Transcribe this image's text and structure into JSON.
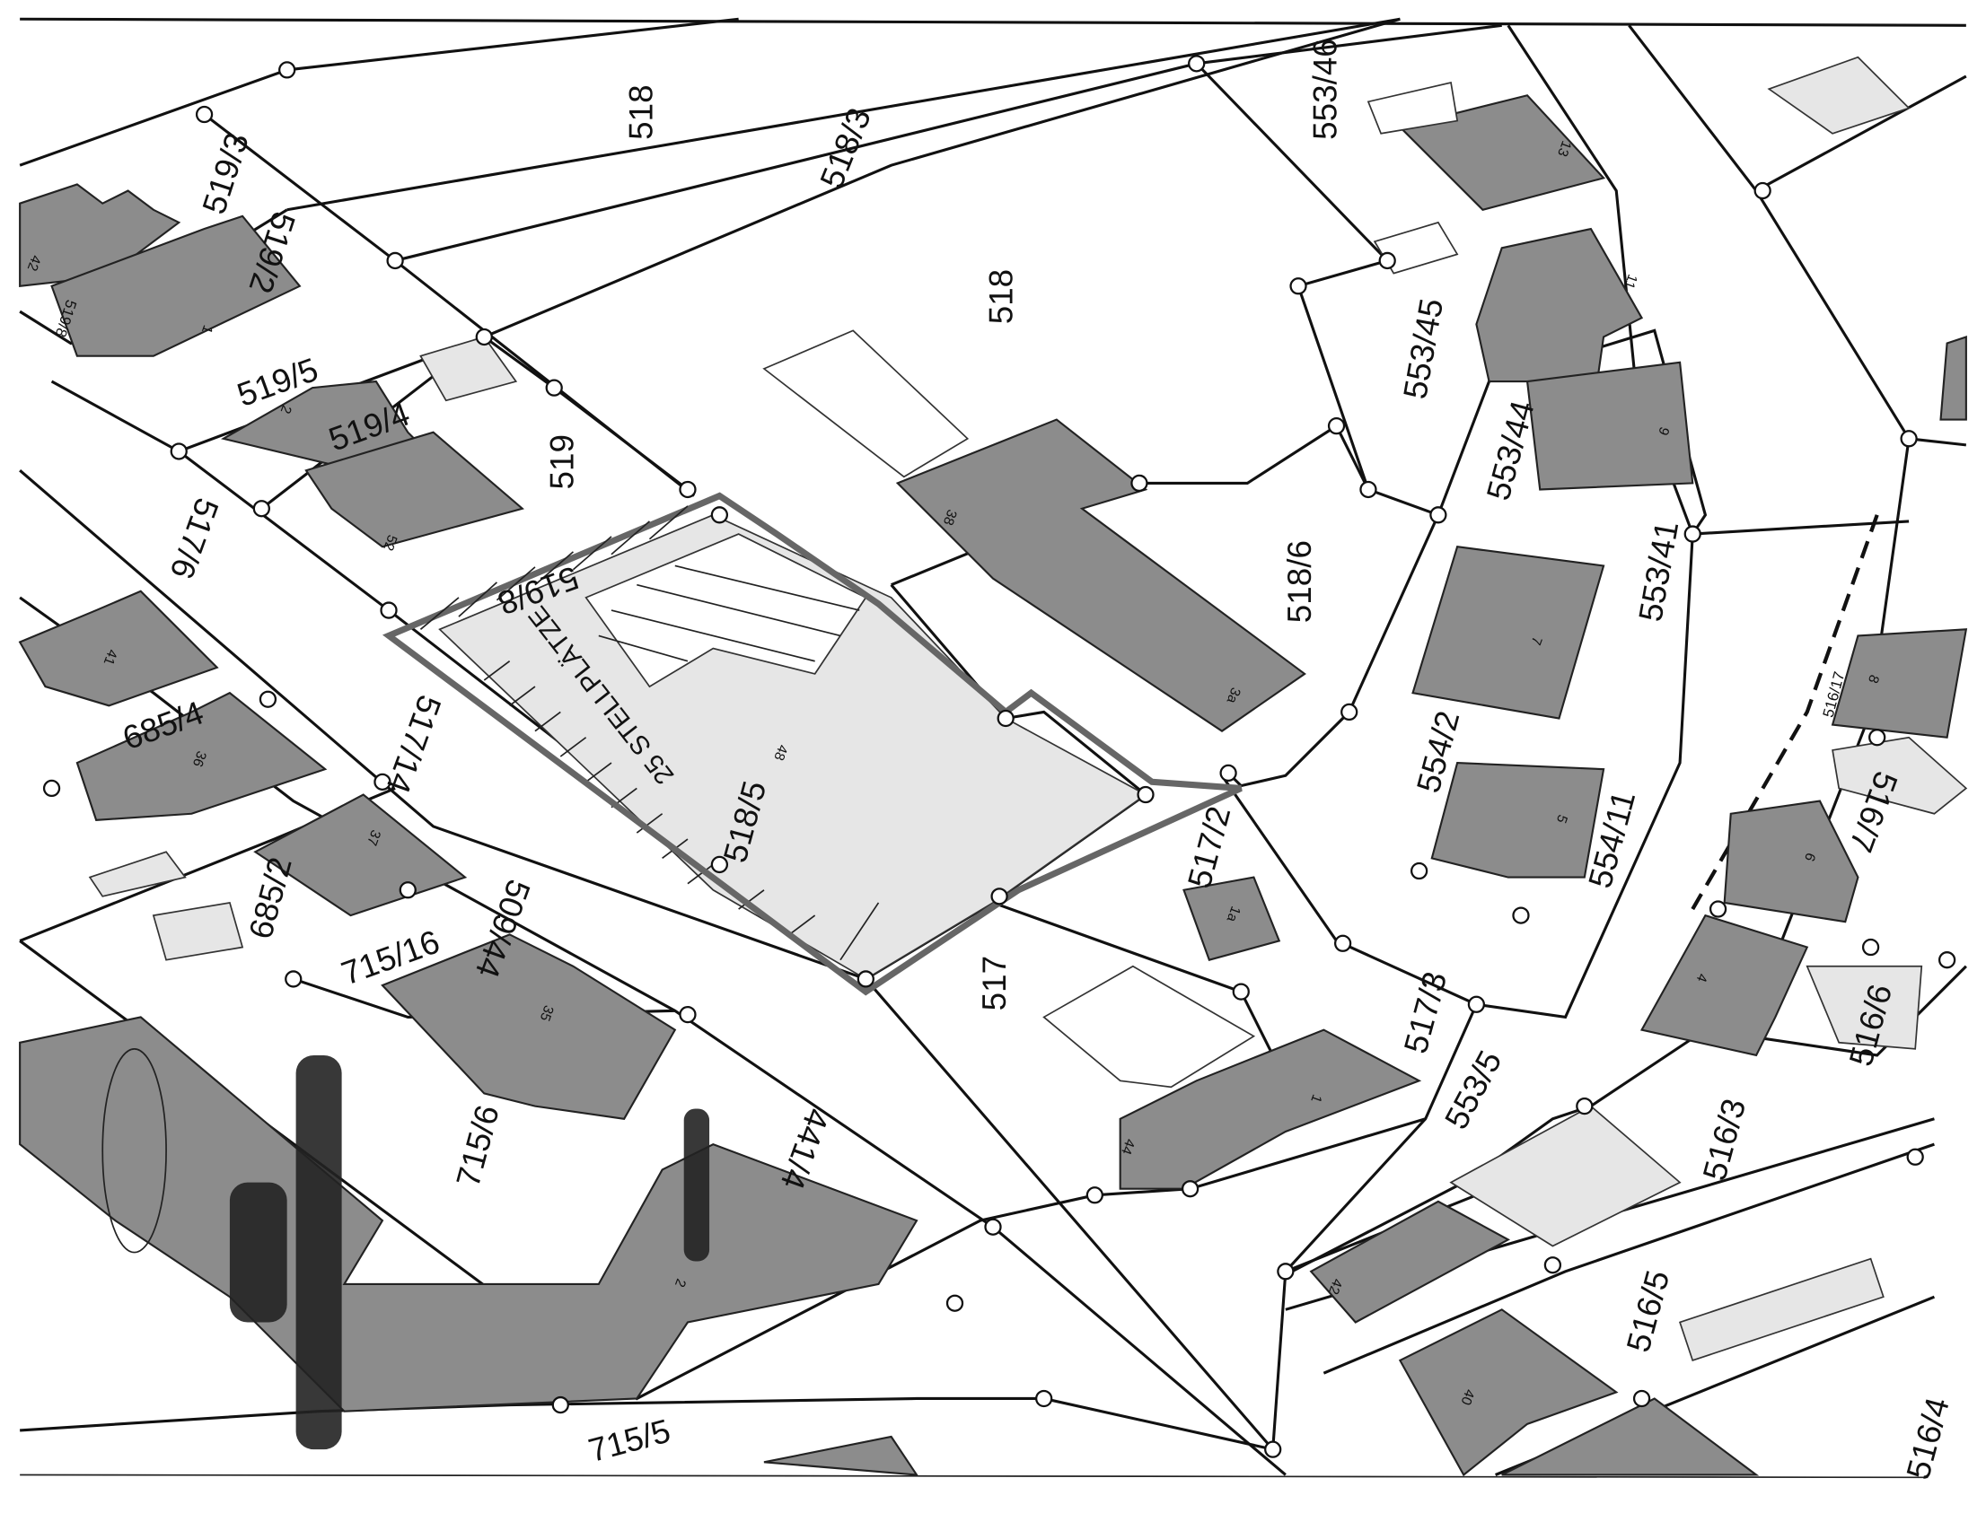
{
  "map": {
    "type": "cadastral site plan",
    "parcels": [
      "518",
      "518/3",
      "553/46",
      "519/3",
      "519/2",
      "519/8",
      "518",
      "553/45",
      "519/5",
      "519/4",
      "519",
      "553/44",
      "517/6",
      "519/8",
      "518/6",
      "553/41",
      "517/14",
      "685/4",
      "554/2",
      "516/17",
      "518/5",
      "517/2",
      "554/11",
      "516/7",
      "509/44",
      "685/2",
      "715/16",
      "517",
      "517/3",
      "516/6",
      "553/5",
      "715/6",
      "441/4",
      "516/3",
      "516/5",
      "715/5",
      "516/4"
    ],
    "annotation": "25 STELLPLÄTZE",
    "house_numbers": [
      "42",
      "1",
      "2",
      "52",
      "41",
      "36",
      "37",
      "1a",
      "35",
      "2",
      "13",
      "11",
      "9",
      "7",
      "5",
      "38",
      "3a",
      "44",
      "1",
      "42",
      "40",
      "8",
      "6",
      "4",
      "48"
    ]
  }
}
